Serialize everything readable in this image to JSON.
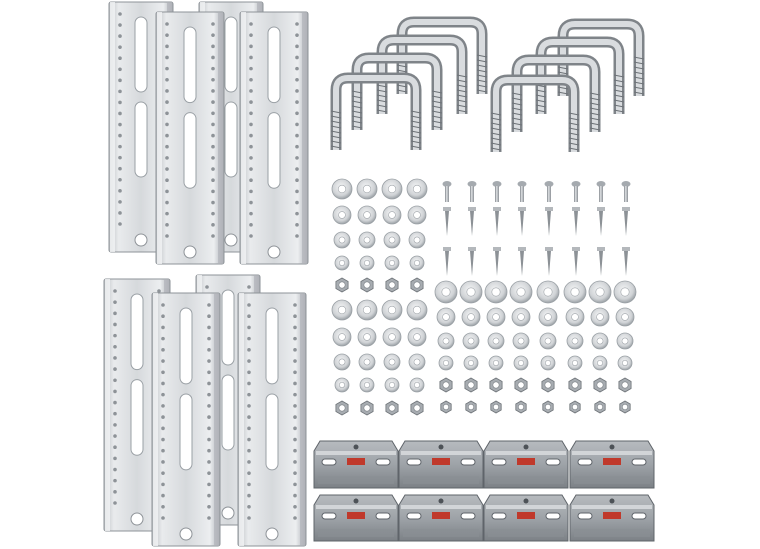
{
  "colors": {
    "background": "#ffffff",
    "galvanized_light": "#e6e8ea",
    "galvanized_mid": "#c9ccd0",
    "galvanized_dark": "#8e9398",
    "hardware": "#b8bcc1",
    "bracket_label": "#c0392b"
  },
  "photo": {
    "bracket_count": 8,
    "u_bolt_count": 8,
    "carriage_bolt_count": 8,
    "lag_screw_count": 16,
    "washer_grid_rows": 9,
    "washer_grid_cols": 12,
    "mounting_plate_count": 8
  }
}
